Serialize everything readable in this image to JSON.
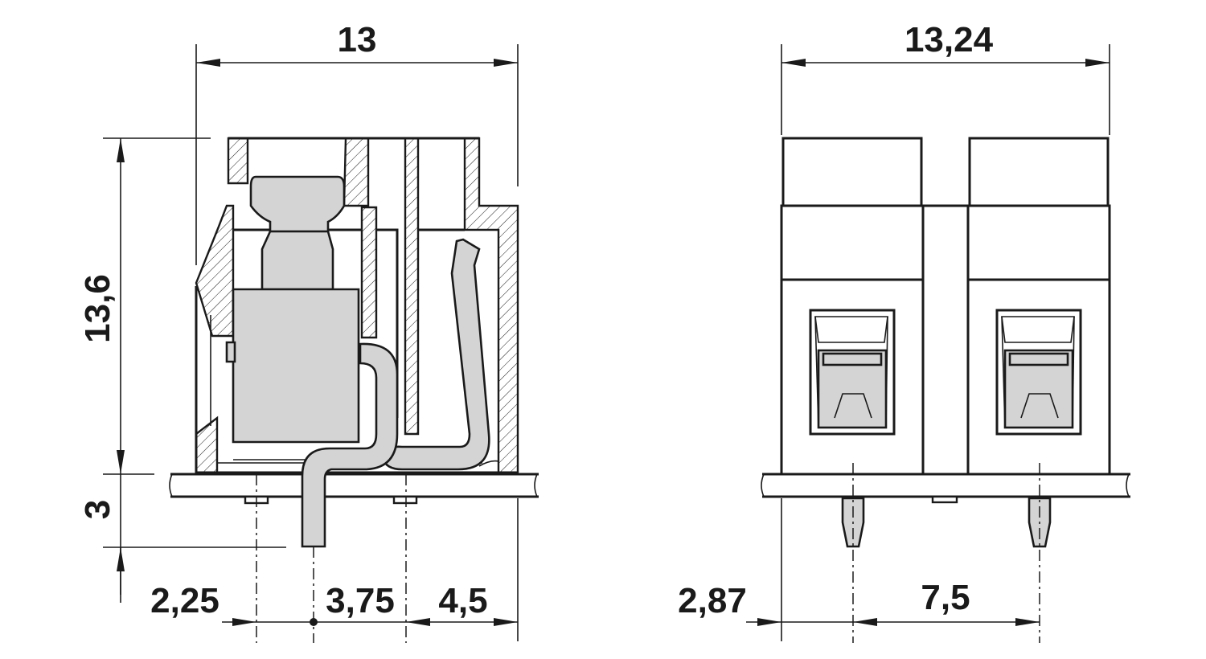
{
  "side_view": {
    "width": "13",
    "height": "13,6",
    "pin_length": "3",
    "offset_left": "2,25",
    "offset_mid": "3,75",
    "offset_right": "4,5"
  },
  "front_view": {
    "width": "13,24",
    "offset_left": "2,87",
    "pitch": "7,5"
  },
  "colors": {
    "line": "#1a1a1a",
    "part_fill": "#d4d4d4",
    "background": "#ffffff"
  }
}
